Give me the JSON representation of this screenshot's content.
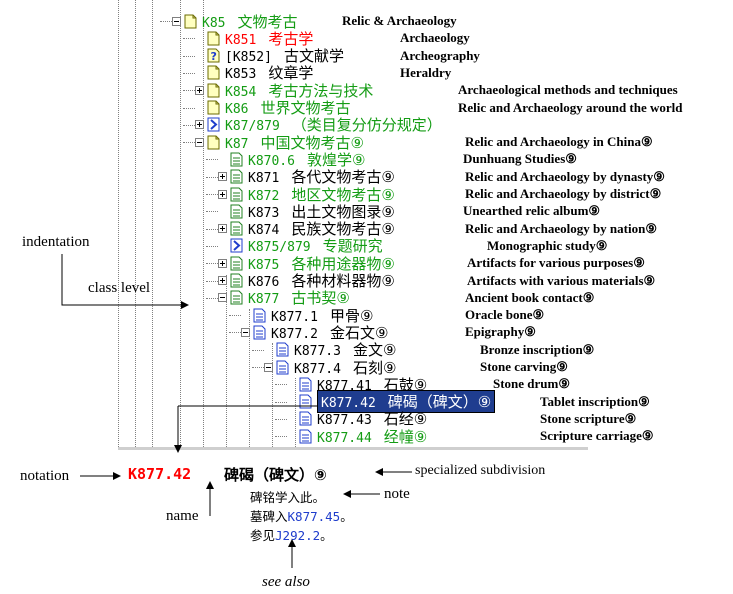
{
  "tree": [
    {
      "code": "K85",
      "cn": "文物考古",
      "en": "Relic & Archaeology",
      "level": 0,
      "icon": "doc-yellow",
      "expander": "minus",
      "color": "#149c14"
    },
    {
      "code": "K851",
      "cn": "考古学",
      "en": "Archaeology",
      "level": 1,
      "icon": "doc-yellow",
      "expander": "",
      "color": "#ff0000"
    },
    {
      "code": "[K852]",
      "cn": "古文献学",
      "en": "Archeography",
      "level": 1,
      "icon": "question",
      "expander": "",
      "color": "#000000"
    },
    {
      "code": "K853",
      "cn": "纹章学",
      "en": "Heraldry",
      "level": 1,
      "icon": "doc-yellow",
      "expander": "",
      "color": "#000000"
    },
    {
      "code": "K854",
      "cn": "考古方法与技术",
      "en": "Archaeological methods and techniques",
      "level": 1,
      "icon": "doc-yellow",
      "expander": "plus",
      "color": "#149c14"
    },
    {
      "code": "K86",
      "cn": "世界文物考古",
      "en": "Relic and Archaeology around the world",
      "level": 1,
      "icon": "doc-yellow",
      "expander": "",
      "color": "#149c14"
    },
    {
      "code": "K87/879",
      "cn": "（类目复分仿分规定）",
      "en": "",
      "level": 1,
      "icon": "arrow",
      "expander": "plus",
      "color": "#149c14"
    },
    {
      "code": "K87",
      "cn": "中国文物考古⑨",
      "en": "Relic and Archaeology in China⑨",
      "level": 1,
      "icon": "doc-yellow",
      "expander": "minus",
      "color": "#149c14"
    },
    {
      "code": "K870.6",
      "cn": "敦煌学⑨",
      "en": "Dunhuang Studies⑨",
      "level": 2,
      "icon": "doc-green",
      "expander": "",
      "color": "#149c14"
    },
    {
      "code": "K871",
      "cn": "各代文物考古⑨",
      "en": "Relic and Archaeology by dynasty⑨",
      "level": 2,
      "icon": "doc-green",
      "expander": "plus",
      "color": "#000000"
    },
    {
      "code": "K872",
      "cn": "地区文物考古⑨",
      "en": "Relic and Archaeology by district⑨",
      "level": 2,
      "icon": "doc-green",
      "expander": "plus",
      "color": "#149c14"
    },
    {
      "code": "K873",
      "cn": "出土文物图录⑨",
      "en": "Unearthed relic album⑨",
      "level": 2,
      "icon": "doc-green",
      "expander": "",
      "color": "#000000"
    },
    {
      "code": "K874",
      "cn": "民族文物考古⑨",
      "en": "Relic and Archaeology by nation⑨",
      "level": 2,
      "icon": "doc-green",
      "expander": "plus",
      "color": "#000000"
    },
    {
      "code": "K875/879",
      "cn": "专题研究",
      "en": "Monographic study⑨",
      "level": 2,
      "icon": "arrow",
      "expander": "",
      "color": "#149c14"
    },
    {
      "code": "K875",
      "cn": "各种用途器物⑨",
      "en": "Artifacts for various purposes⑨",
      "level": 2,
      "icon": "doc-green",
      "expander": "plus",
      "color": "#149c14"
    },
    {
      "code": "K876",
      "cn": "各种材料器物⑨",
      "en": "Artifacts with various materials⑨",
      "level": 2,
      "icon": "doc-green",
      "expander": "plus",
      "color": "#000000"
    },
    {
      "code": "K877",
      "cn": "古书契⑨",
      "en": "Ancient book contact⑨",
      "level": 2,
      "icon": "doc-green",
      "expander": "minus",
      "color": "#149c14"
    },
    {
      "code": "K877.1",
      "cn": "甲骨⑨",
      "en": "Oracle bone⑨",
      "level": 3,
      "icon": "doc-blue",
      "expander": "",
      "color": "#000000"
    },
    {
      "code": "K877.2",
      "cn": "金石文⑨",
      "en": "Epigraphy⑨",
      "level": 3,
      "icon": "doc-blue",
      "expander": "minus",
      "color": "#000000"
    },
    {
      "code": "K877.3",
      "cn": "金文⑨",
      "en": "Bronze inscription⑨",
      "level": 4,
      "icon": "doc-blue",
      "expander": "",
      "color": "#000000"
    },
    {
      "code": "K877.4",
      "cn": "石刻⑨",
      "en": "Stone carving⑨",
      "level": 4,
      "icon": "doc-blue",
      "expander": "minus",
      "color": "#000000"
    },
    {
      "code": "K877.41",
      "cn": "石鼓⑨",
      "en": "Stone drum⑨",
      "level": 5,
      "icon": "doc-blue",
      "expander": "",
      "color": "#000000"
    },
    {
      "code": "K877.42",
      "cn": "碑碣（碑文）⑨",
      "en": "Tablet inscription⑨",
      "level": 5,
      "icon": "doc-blue",
      "expander": "",
      "color": "#ffffff",
      "selected": true
    },
    {
      "code": "K877.43",
      "cn": "石经⑨",
      "en": "Stone scripture⑨",
      "level": 5,
      "icon": "doc-blue",
      "expander": "",
      "color": "#000000"
    },
    {
      "code": "K877.44",
      "cn": "经幢⑨",
      "en": "Scripture carriage⑨",
      "level": 5,
      "icon": "doc-blue",
      "expander": "",
      "color": "#149c14"
    }
  ],
  "detail": {
    "code": "K877.42",
    "title": "碑碣（碑文）⑨",
    "note_line1": "碑铭学入此。",
    "note_line2_prefix": "墓碑入",
    "note_line2_link": "K877.45",
    "note_line2_suffix": "。",
    "note_line3_prefix": "参见",
    "note_line3_link": "J292.2",
    "note_line3_suffix": "。"
  },
  "labels": {
    "indentation": "indentation",
    "class_level": "class level",
    "notation": "notation",
    "name": "name",
    "note": "note",
    "specialized": "specialized subdivision",
    "see_also": "see also"
  },
  "colors": {
    "green": "#149c14",
    "red": "#ff0000",
    "blue": "#1f3dcc",
    "selection": "#1f3d8f"
  }
}
